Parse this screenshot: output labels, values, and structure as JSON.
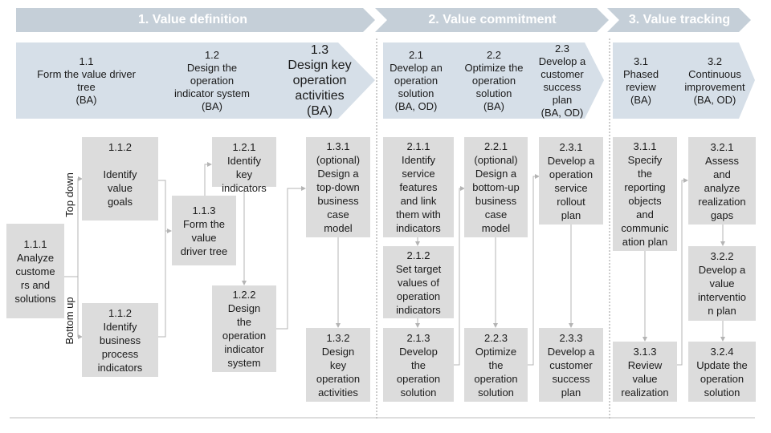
{
  "phases": [
    {
      "title": "1. Value definition"
    },
    {
      "title": "2. Value commitment"
    },
    {
      "title": "3. Value tracking"
    }
  ],
  "steps": [
    {
      "lines": [
        "1.1",
        "Form the value driver",
        "tree",
        "(BA)"
      ]
    },
    {
      "lines": [
        "1.2",
        "Design the",
        "operation",
        "indicator system",
        "(BA)"
      ]
    },
    {
      "lines": [
        "1.3",
        "Design key",
        "operation",
        "activities",
        "(BA)"
      ]
    },
    {
      "lines": [
        "2.1",
        "Develop an",
        "operation",
        "solution",
        "(BA, OD)"
      ]
    },
    {
      "lines": [
        "2.2",
        "Optimize the",
        "operation",
        "solution",
        "(BA)"
      ]
    },
    {
      "lines": [
        "2.3",
        "Develop a",
        "customer",
        "success",
        "plan",
        "(BA, OD)"
      ]
    },
    {
      "lines": [
        "3.1",
        "Phased",
        "review",
        "(BA)"
      ]
    },
    {
      "lines": [
        "3.2",
        "Continuous",
        "improvement",
        "(BA, OD)"
      ]
    }
  ],
  "side_labels": {
    "top_down": "Top down",
    "bottom_up": "Bottom up"
  },
  "tasks": {
    "t111": [
      "1.1.1",
      "Analyze",
      "custome",
      "rs and",
      "solutions"
    ],
    "t112": [
      "1.1.2",
      "",
      "Identify",
      "value",
      "goals"
    ],
    "t112b": [
      "1.1.2",
      "Identify",
      "business",
      "process",
      "indicators"
    ],
    "t113": [
      "1.1.3",
      "Form the",
      "value",
      "driver tree"
    ],
    "t121": [
      "1.2.1",
      "Identify",
      "key",
      "indicators"
    ],
    "t122": [
      "1.2.2",
      "Design",
      "the",
      "operation",
      "indicator",
      "system"
    ],
    "t131": [
      "1.3.1",
      "(optional)",
      "Design a",
      "top-down",
      "business",
      "case",
      "model"
    ],
    "t132": [
      "1.3.2",
      "Design",
      "key",
      "operation",
      "activities"
    ],
    "t211": [
      "2.1.1",
      "Identify",
      "service",
      "features",
      "and link",
      "them with",
      "indicators"
    ],
    "t212": [
      "2.1.2",
      "Set target",
      "values of",
      "operation",
      "indicators"
    ],
    "t213": [
      "2.1.3",
      "Develop",
      "the",
      "operation",
      "solution"
    ],
    "t221": [
      "2.2.1",
      "(optional)",
      "Design a",
      "bottom-up",
      "business",
      "case",
      "model"
    ],
    "t223": [
      "2.2.3",
      "Optimize",
      "the",
      "operation",
      "solution"
    ],
    "t231": [
      "2.3.1",
      "Develop a",
      "operation",
      "service",
      "rollout",
      "plan"
    ],
    "t233": [
      "2.3.3",
      "Develop a",
      "customer",
      "success",
      "plan"
    ],
    "t311": [
      "3.1.1",
      "Specify",
      "the",
      "reporting",
      "objects",
      "and",
      "communic",
      "ation plan"
    ],
    "t313": [
      "3.1.3",
      "Review",
      "value",
      "realization"
    ],
    "t321": [
      "3.2.1",
      "Assess",
      "and",
      "analyze",
      "realization",
      "gaps"
    ],
    "t322": [
      "3.2.2",
      "Develop a",
      "value",
      "interventio",
      "n plan"
    ],
    "t324": [
      "3.2.4",
      "Update the",
      "operation",
      "solution"
    ]
  },
  "colors": {
    "phase": "#c5cfd8",
    "step": "#d6dfe8",
    "box": "#dcdcdc",
    "line": "#b4b4b4"
  }
}
